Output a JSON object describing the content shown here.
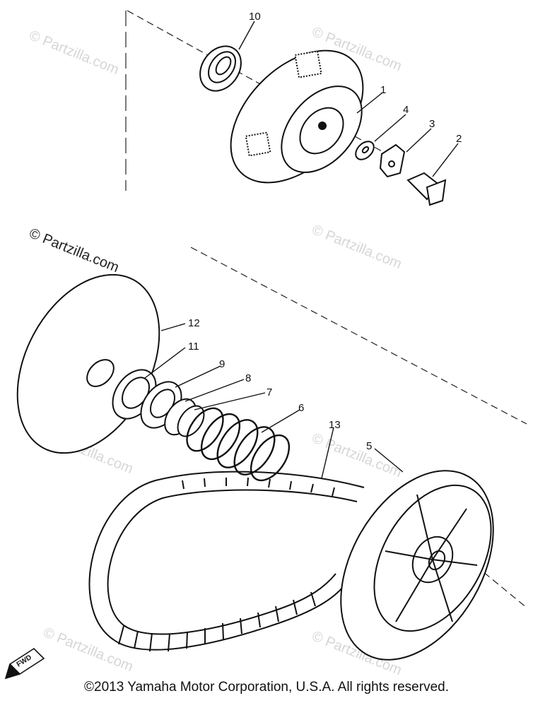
{
  "callouts": [
    "10",
    "1",
    "4",
    "3",
    "2",
    "12",
    "11",
    "9",
    "8",
    "7",
    "6",
    "13",
    "5"
  ],
  "watermarks": {
    "text": "© Partzilla.com",
    "strong_text": "© Partzilla.com"
  },
  "fwd_label": "FWD",
  "copyright": "©2013  Yamaha Motor Corporation, U.S.A. All rights reserved."
}
